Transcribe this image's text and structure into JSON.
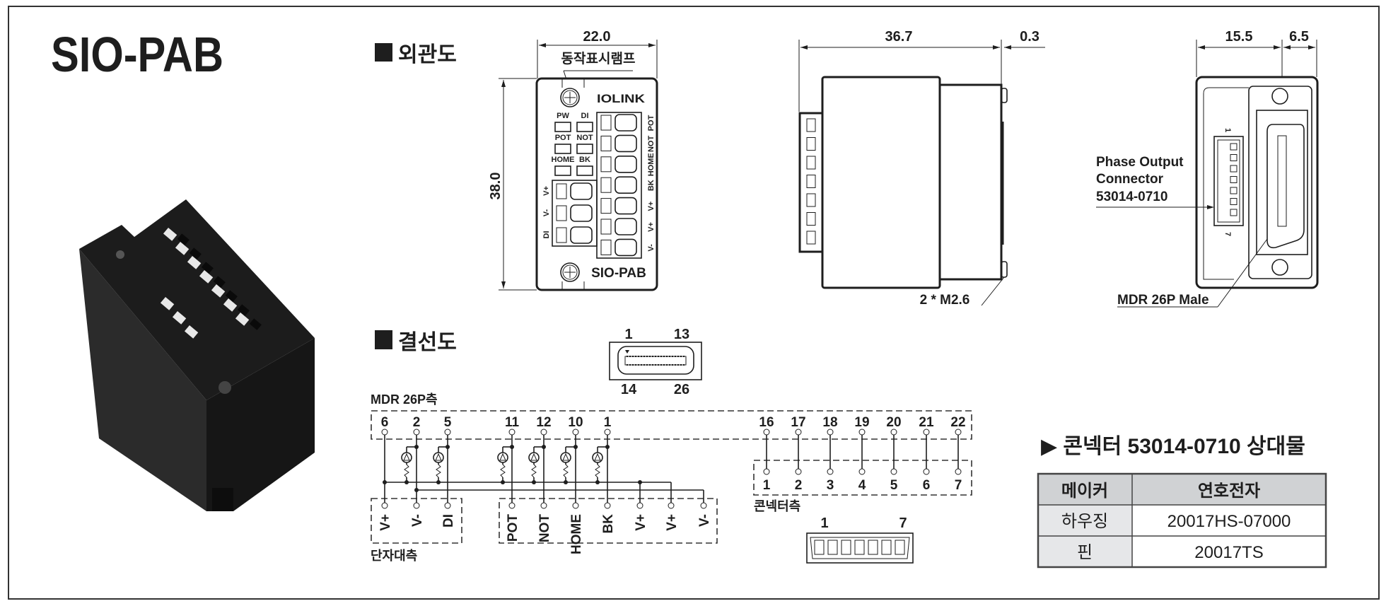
{
  "title": "SIO-PAB",
  "sections": {
    "appearance": "외관도",
    "wiring": "결선도"
  },
  "front_view": {
    "width_dim": "22.0",
    "height_dim": "38.0",
    "lamp_label": "동작표시램프",
    "logo": "IOLINK",
    "led_labels": [
      "PW",
      "DI",
      "POT",
      "NOT",
      "HOME",
      "BK"
    ],
    "right_terminals": [
      "POT",
      "NOT",
      "HOME",
      "BK",
      "V+",
      "V+",
      "V-"
    ],
    "left_terminals": [
      "V+",
      "V-",
      "DI"
    ],
    "model": "SIO-PAB"
  },
  "side_view": {
    "length_dim": "36.7",
    "gap_dim": "0.3",
    "screw_note": "2 * M2.6"
  },
  "rear_view": {
    "dim_a": "15.5",
    "dim_b": "6.5",
    "phase_connector_lines": [
      "Phase Output",
      "Connector",
      "53014-0710"
    ],
    "pin_first": "1",
    "pin_last": "7",
    "mdr_label": "MDR 26P Male"
  },
  "wiring": {
    "mdr_connector_pins": {
      "top_left": "1",
      "top_right": "13",
      "bottom_left": "14",
      "bottom_right": "26"
    },
    "mdr_side_label": "MDR 26P측",
    "mdr_pins": [
      "6",
      "2",
      "5",
      "11",
      "12",
      "10",
      "1",
      "16",
      "17",
      "18",
      "19",
      "20",
      "21",
      "22"
    ],
    "terminal_side_label": "단자대측",
    "terminal_pins": [
      "V+",
      "V-",
      "DI",
      "POT",
      "NOT",
      "HOME",
      "BK",
      "V+",
      "V+",
      "V-"
    ],
    "connector_side_label": "콘넥터측",
    "connector_pins": [
      "1",
      "2",
      "3",
      "4",
      "5",
      "6",
      "7"
    ],
    "connector_drawing_pins": {
      "first": "1",
      "last": "7"
    }
  },
  "mating_table": {
    "title": "▶ 콘넥터 53014-0710 상대물",
    "header": [
      "메이커",
      "연호전자"
    ],
    "rows": [
      [
        "하우징",
        "20017HS-07000"
      ],
      [
        "핀",
        "20017TS"
      ]
    ],
    "header_bg": "#d0d2d4",
    "label_bg": "#e6e7e9"
  }
}
